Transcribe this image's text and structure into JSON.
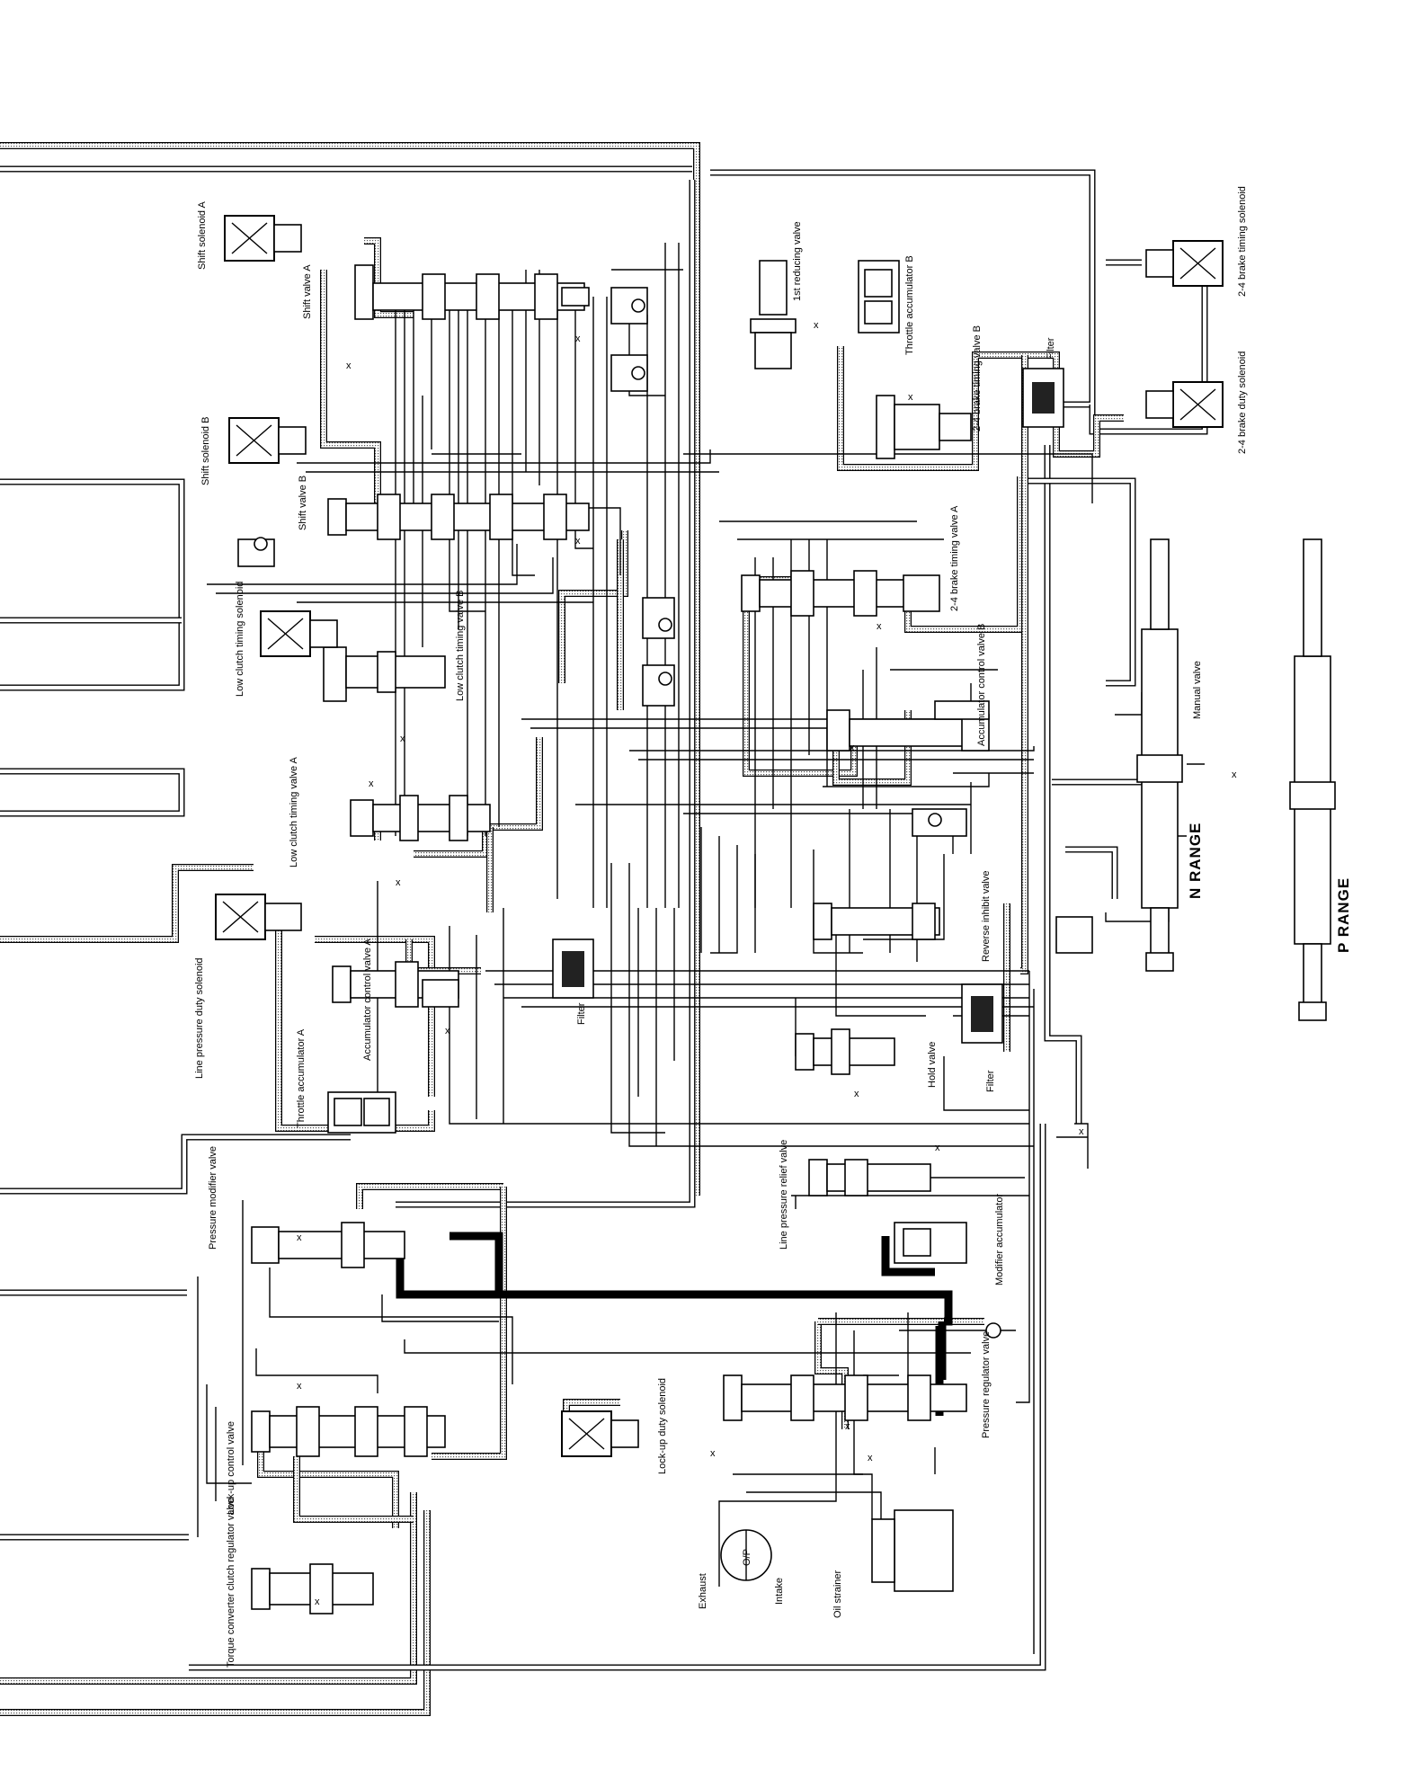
{
  "labels": {
    "shift_solenoid_a": "Shift solenoid A",
    "shift_valve_a": "Shift valve A",
    "shift_solenoid_b": "Shift solenoid B",
    "shift_valve_b": "Shift valve B",
    "first_reducing_valve": "1st reducing valve",
    "throttle_accumulator_b": "Throttle accumulator B",
    "brake_24_timing_solenoid": "2-4 brake timing solenoid",
    "brake_24_timing_valve_b": "2-4 brake timing valve B",
    "filter_top": "Filter",
    "brake_24_duty_solenoid": "2-4 brake duty solenoid",
    "brake_24_timing_valve_a": "2-4 brake timing valve A",
    "low_clutch_timing_solenoid": "Low clutch timing solenoid",
    "low_clutch_timing_valve_b": "Low clutch timing valve B",
    "accumulator_control_valve_b": "Accumulator control valve B",
    "manual_valve": "Manual valve",
    "low_clutch_timing_valve_a": "Low clutch timing valve A",
    "reverse_inhibit_valve": "Reverse inhibit valve",
    "n_range": "N RANGE",
    "p_range": "P RANGE",
    "line_pressure_duty_solenoid": "Line pressure duty solenoid",
    "accumulator_control_valve_a": "Accumulator control valve A",
    "throttle_accumulator_a": "Throttle accumulator A",
    "filter_mid": "Filter",
    "hold_valve": "Hold valve",
    "filter_right": "Filter",
    "line_pressure_relief_valve": "Line pressure relief valve",
    "pressure_modifier_valve": "Pressure modifier valve",
    "modifier_accumulator": "Modifier accumulator",
    "pressure_regulator_valve": "Pressure regulator valve",
    "lockup_duty_solenoid": "Lock-up duty solenoid",
    "lockup_control_valve": "Lock-up control valve",
    "torque_converter_clutch_regulator_valve": "Torque converter clutch regulator valve",
    "exhaust": "Exhaust",
    "oil_pump": "O/P",
    "intake": "Intake",
    "oil_strainer": "Oil strainer"
  }
}
